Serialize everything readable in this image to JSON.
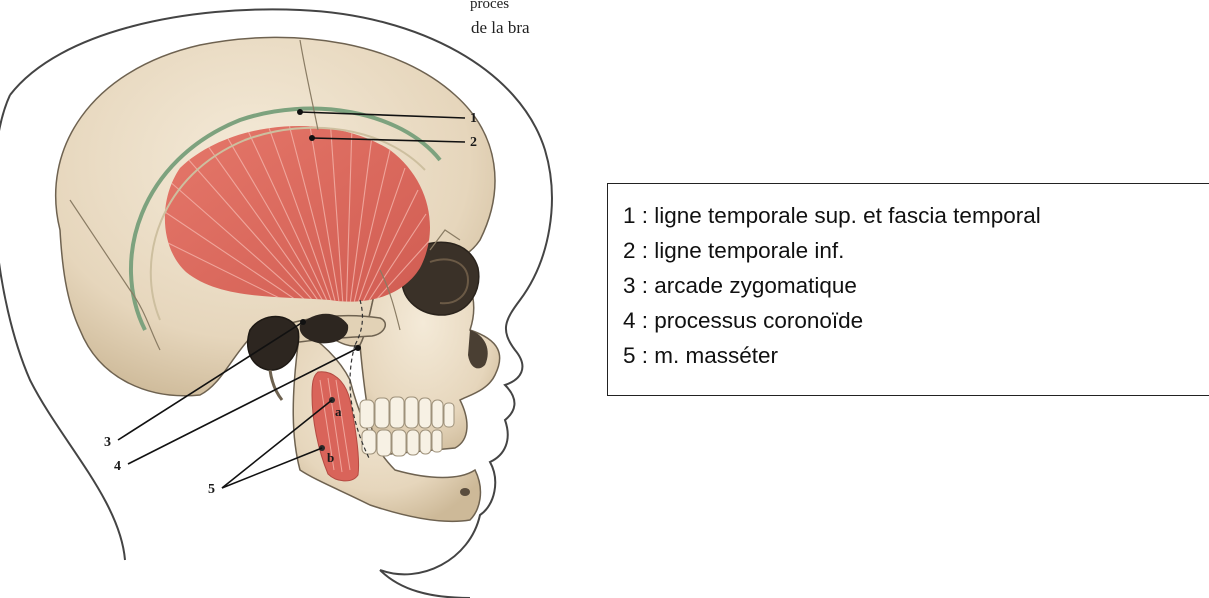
{
  "figure": {
    "caption_fragment": "de la bra",
    "callouts": [
      {
        "num": "1",
        "text": "1"
      },
      {
        "num": "2",
        "text": "2"
      },
      {
        "num": "3",
        "text": "3"
      },
      {
        "num": "4",
        "text": "4"
      },
      {
        "num": "5",
        "text": "5"
      },
      {
        "num": "a",
        "text": "a"
      },
      {
        "num": "b",
        "text": "b"
      }
    ],
    "colors": {
      "bone": "#e9dcc4",
      "muscle": "#d9645a",
      "temporal_line": "#7da27e",
      "outline": "#3a3a3a"
    }
  },
  "legend": {
    "items": [
      "1 : ligne temporale sup. et fascia temporal",
      "2 : ligne temporale inf.",
      "3 : arcade zygomatique",
      "4 : processus coronoïde",
      "5 : m. masséter"
    ]
  }
}
